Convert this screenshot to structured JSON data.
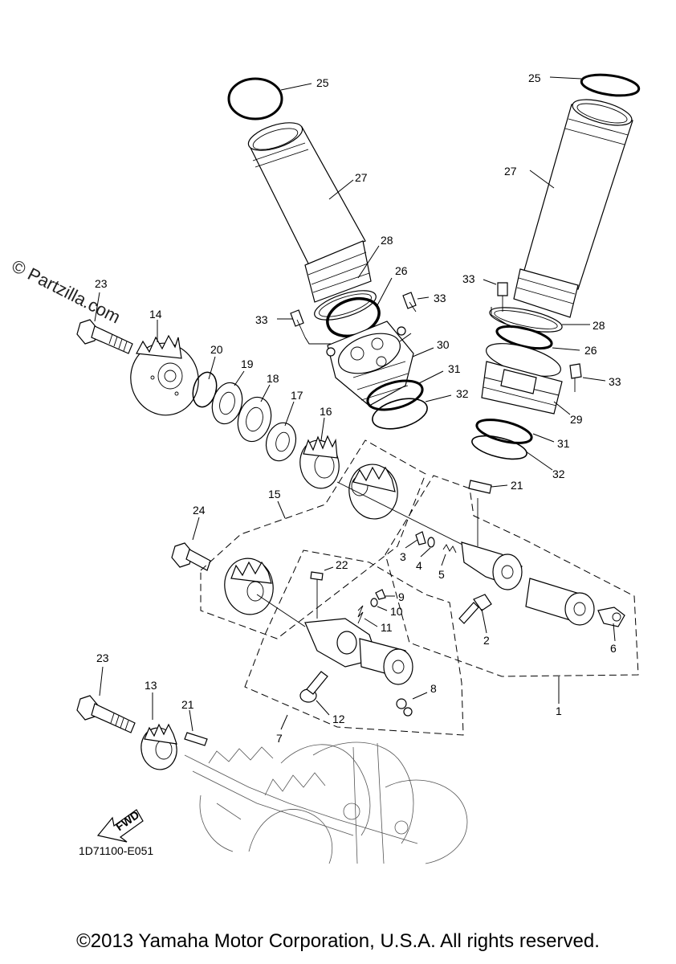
{
  "diagram": {
    "watermark": "© Partzilla.com",
    "drawing_code": "1D71100-E051",
    "fwd_label": "FWD",
    "copyright": "©2013 Yamaha Motor Corporation, U.S.A. All rights reserved.",
    "callouts": [
      {
        "id": "c25a",
        "text": "25"
      },
      {
        "id": "c25b",
        "text": "25"
      },
      {
        "id": "c27a",
        "text": "27"
      },
      {
        "id": "c27b",
        "text": "27"
      },
      {
        "id": "c28a",
        "text": "28"
      },
      {
        "id": "c28b",
        "text": "28"
      },
      {
        "id": "c26a",
        "text": "26"
      },
      {
        "id": "c26b",
        "text": "26"
      },
      {
        "id": "c33a",
        "text": "33"
      },
      {
        "id": "c33b",
        "text": "33"
      },
      {
        "id": "c33c",
        "text": "33"
      },
      {
        "id": "c33d",
        "text": "33"
      },
      {
        "id": "c30",
        "text": "30"
      },
      {
        "id": "c31a",
        "text": "31"
      },
      {
        "id": "c31b",
        "text": "31"
      },
      {
        "id": "c32a",
        "text": "32"
      },
      {
        "id": "c32b",
        "text": "32"
      },
      {
        "id": "c29",
        "text": "29"
      },
      {
        "id": "c23a",
        "text": "23"
      },
      {
        "id": "c23b",
        "text": "23"
      },
      {
        "id": "c14",
        "text": "14"
      },
      {
        "id": "c20",
        "text": "20"
      },
      {
        "id": "c19",
        "text": "19"
      },
      {
        "id": "c18",
        "text": "18"
      },
      {
        "id": "c17",
        "text": "17"
      },
      {
        "id": "c16",
        "text": "16"
      },
      {
        "id": "c15",
        "text": "15"
      },
      {
        "id": "c21a",
        "text": "21"
      },
      {
        "id": "c21b",
        "text": "21"
      },
      {
        "id": "c24",
        "text": "24"
      },
      {
        "id": "c22",
        "text": "22"
      },
      {
        "id": "c3",
        "text": "3"
      },
      {
        "id": "c4",
        "text": "4"
      },
      {
        "id": "c5",
        "text": "5"
      },
      {
        "id": "c9",
        "text": "9"
      },
      {
        "id": "c10",
        "text": "10"
      },
      {
        "id": "c11",
        "text": "11"
      },
      {
        "id": "c2",
        "text": "2"
      },
      {
        "id": "c6",
        "text": "6"
      },
      {
        "id": "c8",
        "text": "8"
      },
      {
        "id": "c12",
        "text": "12"
      },
      {
        "id": "c7",
        "text": "7"
      },
      {
        "id": "c1",
        "text": "1"
      },
      {
        "id": "c13",
        "text": "13"
      }
    ]
  }
}
